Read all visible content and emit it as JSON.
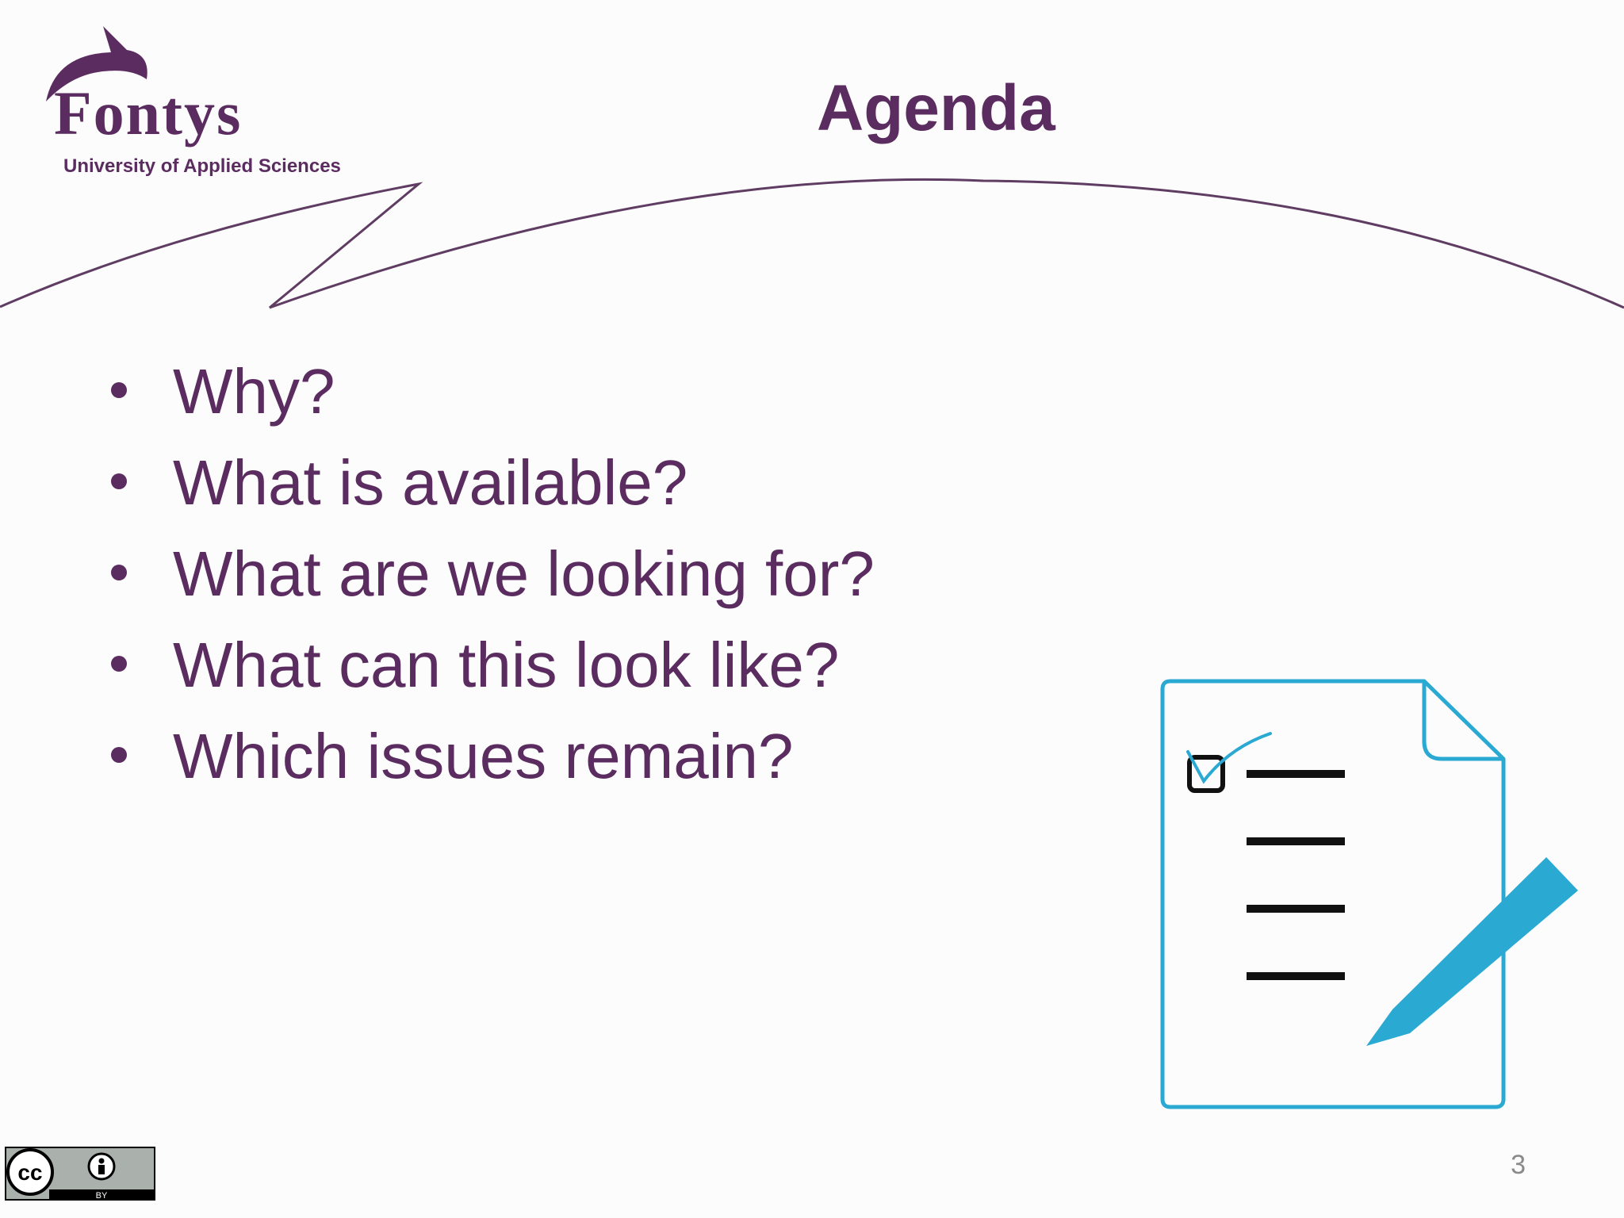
{
  "logo": {
    "wordmark": "Fontys",
    "subtitle": "University of Applied Sciences",
    "color": "#5b2c5f"
  },
  "slide": {
    "title": "Agenda",
    "items": [
      {
        "text": "Why?"
      },
      {
        "text": "What is available?"
      },
      {
        "text": "What are we looking for?"
      },
      {
        "text": "What can this look like?"
      },
      {
        "text": "Which issues remain?"
      }
    ],
    "text_color": "#5b2c5f",
    "page_number": "3"
  },
  "illustration": {
    "icon": "checklist-with-pencil-icon",
    "accent_color": "#2aa9d3"
  },
  "license": {
    "badge": "cc-by-icon",
    "label": "BY"
  }
}
